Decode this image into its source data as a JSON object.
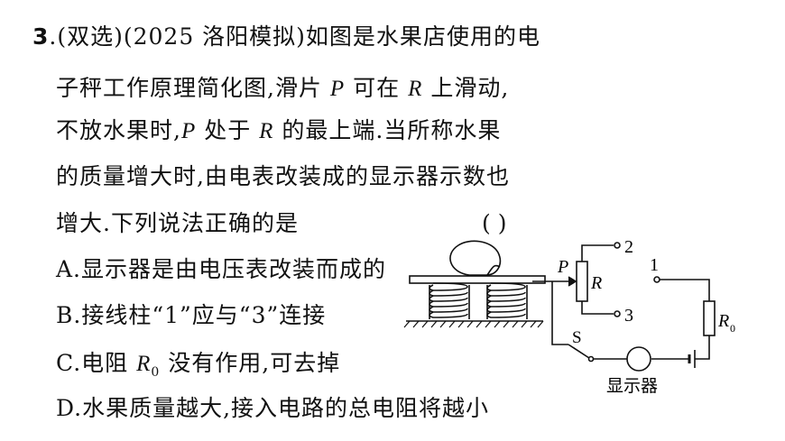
{
  "question": {
    "number": "3",
    "header": ".(双选)(2025 洛阳模拟)如图是水果店使用的电",
    "lines": [
      "子秤工作原理简化图,滑片",
      "可在",
      "上滑动,",
      "不放水果时,",
      "处于",
      "的最上端.当所称水果",
      "的质量增大时,由电表改装成的显示器示数也",
      "增大.下列说法正确的是"
    ],
    "var_P": "P",
    "var_R": "R",
    "answer_bracket": "(      )"
  },
  "options": {
    "a": "A.显示器是由电压表改装而成的",
    "b": "B.接线柱“1”应与“3”连接",
    "c_prefix": "C.电阻",
    "c_var": "R",
    "c_sub": "0",
    "c_suffix": " 没有作用,可去掉",
    "d": "D.水果质量越大,接入电路的总电阻将越小"
  },
  "diagram": {
    "label_P": "P",
    "label_R": "R",
    "label_1": "1",
    "label_2": "2",
    "label_3": "3",
    "label_R0": "R",
    "label_R0_sub": "0",
    "label_S": "S",
    "label_display": "显示器"
  }
}
